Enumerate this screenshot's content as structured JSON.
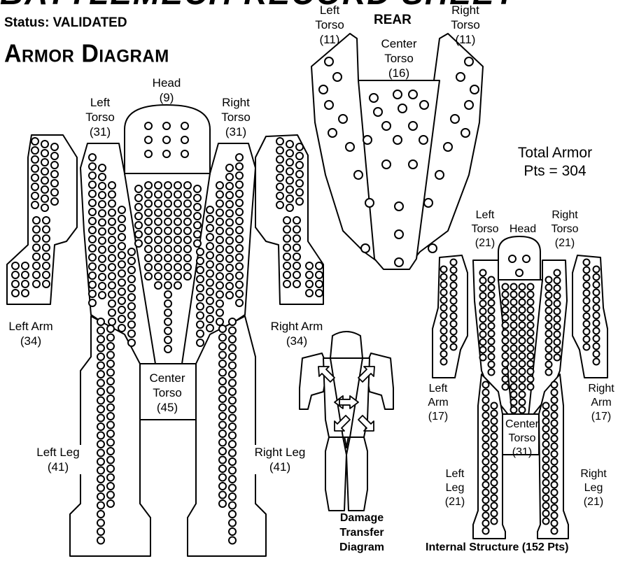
{
  "header": {
    "banner": "BATTLEMECH RECORD SHEET",
    "status": "Status:  VALIDATED",
    "section_title": "Armor Diagram"
  },
  "front": {
    "head": [
      "Head",
      "(9)"
    ],
    "left_torso": [
      "Left",
      "Torso",
      "(31)"
    ],
    "right_torso": [
      "Right",
      "Torso",
      "(31)"
    ],
    "left_arm": [
      "Left Arm",
      "(34)"
    ],
    "right_arm": [
      "Right Arm",
      "(34)"
    ],
    "center_torso": [
      "Center",
      "Torso",
      "(45)"
    ],
    "left_leg": [
      "Left Leg",
      "(41)"
    ],
    "right_leg": [
      "Right Leg",
      "(41)"
    ]
  },
  "rear": {
    "title": "REAR",
    "left_torso": [
      "Left",
      "Torso",
      "(11)"
    ],
    "right_torso": [
      "Right",
      "Torso",
      "(11)"
    ],
    "center_torso": [
      "Center",
      "Torso",
      "(16)"
    ]
  },
  "total_armor": [
    "Total Armor",
    "Pts = 304"
  ],
  "damage_transfer": [
    "Damage",
    "Transfer",
    "Diagram"
  ],
  "internal": {
    "caption": "Internal Structure  (152 Pts)",
    "head": [
      "Head"
    ],
    "left_torso": [
      "Left",
      "Torso",
      "(21)"
    ],
    "right_torso": [
      "Right",
      "Torso",
      "(21)"
    ],
    "left_arm": [
      "Left",
      "Arm",
      "(17)"
    ],
    "right_arm": [
      "Right",
      "Arm",
      "(17)"
    ],
    "center_torso": [
      "Center",
      "Torso",
      "(31)"
    ],
    "left_leg": [
      "Left",
      "Leg",
      "(21)"
    ],
    "right_leg": [
      "Right",
      "Leg",
      "(21)"
    ]
  },
  "colors": {
    "ink": "#000000",
    "paper": "#ffffff"
  }
}
